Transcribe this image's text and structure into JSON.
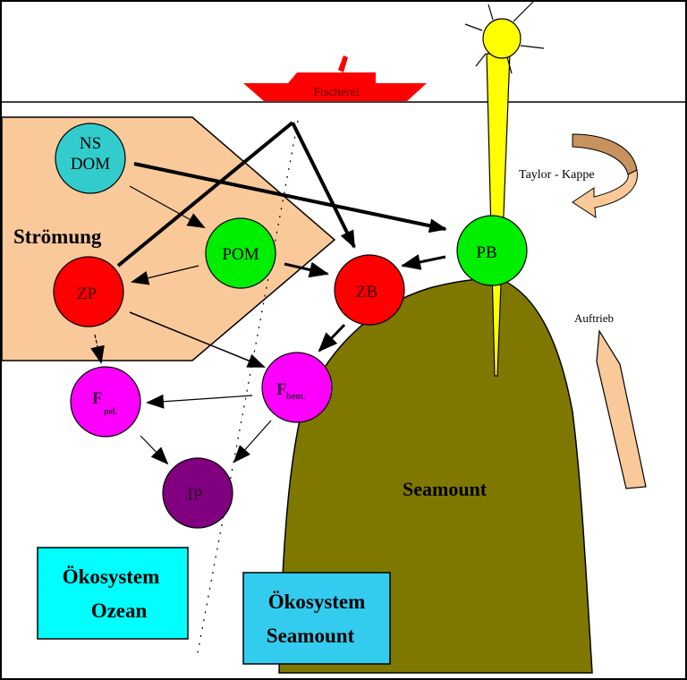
{
  "colors": {
    "background": "#ffffff",
    "stroke": "#000000",
    "current_area": "#f9c99a",
    "seamount": "#7f7800",
    "ship": "#ff0000",
    "ship_text": "#5a0000",
    "sun": "#ffff00",
    "taylor_cap_dark": "#c8925e",
    "taylor_cap_light": "#f9c99a",
    "upwelling": "#f9c99a",
    "ocean_box": "#00ffff",
    "seamount_box": "#33ccee"
  },
  "labels": {
    "fishery": "Fischerei",
    "current": "Strömung",
    "taylor_cap": "Taylor - Kappe",
    "upwelling": "Auftrieb",
    "seamount": "Seamount"
  },
  "nodes": [
    {
      "id": "nsdom",
      "line1": "NS",
      "line2": "DOM",
      "color": "#33cccc"
    },
    {
      "id": "pom",
      "line1": "POM",
      "color": "#00ee00"
    },
    {
      "id": "zp",
      "line1": "ZP",
      "color": "#ff0000"
    },
    {
      "id": "zb",
      "line1": "ZB",
      "color": "#ff0000"
    },
    {
      "id": "pb",
      "line1": "PB",
      "color": "#00ee00"
    },
    {
      "id": "fpel",
      "main": "F",
      "sub": "pel.",
      "color": "#ff00ff"
    },
    {
      "id": "fbent",
      "main": "F",
      "sub": "bent.",
      "color": "#ff00ff"
    },
    {
      "id": "ip",
      "line1": "IP",
      "color": "#800080"
    }
  ],
  "boxes": {
    "ocean": {
      "line1": "Ökosystem",
      "line2": "Ozean"
    },
    "seamount": {
      "line1": "Ökosystem",
      "line2": "Seamount"
    }
  },
  "flows": [
    {
      "from": "NS DOM",
      "to": "PB",
      "weight": "thick"
    },
    {
      "from": "NS DOM",
      "to": "POM",
      "weight": "thin"
    },
    {
      "from": "POM",
      "to": "ZP",
      "weight": "thin"
    },
    {
      "from": "POM",
      "to": "ZB",
      "weight": "medium"
    },
    {
      "from": "PB",
      "to": "ZB",
      "weight": "medium"
    },
    {
      "from": "Fischerei",
      "to": "ZP",
      "weight": "thick"
    },
    {
      "from": "Fischerei",
      "to": "ZB",
      "weight": "thick"
    },
    {
      "from": "ZP",
      "to": "F pel.",
      "weight": "thin"
    },
    {
      "from": "ZP",
      "to": "F bent.",
      "weight": "thin"
    },
    {
      "from": "ZB",
      "to": "F bent.",
      "weight": "medium"
    },
    {
      "from": "F bent.",
      "to": "F pel.",
      "weight": "thin"
    },
    {
      "from": "F pel.",
      "to": "IP",
      "weight": "thin"
    },
    {
      "from": "F bent.",
      "to": "IP",
      "weight": "thin"
    }
  ]
}
